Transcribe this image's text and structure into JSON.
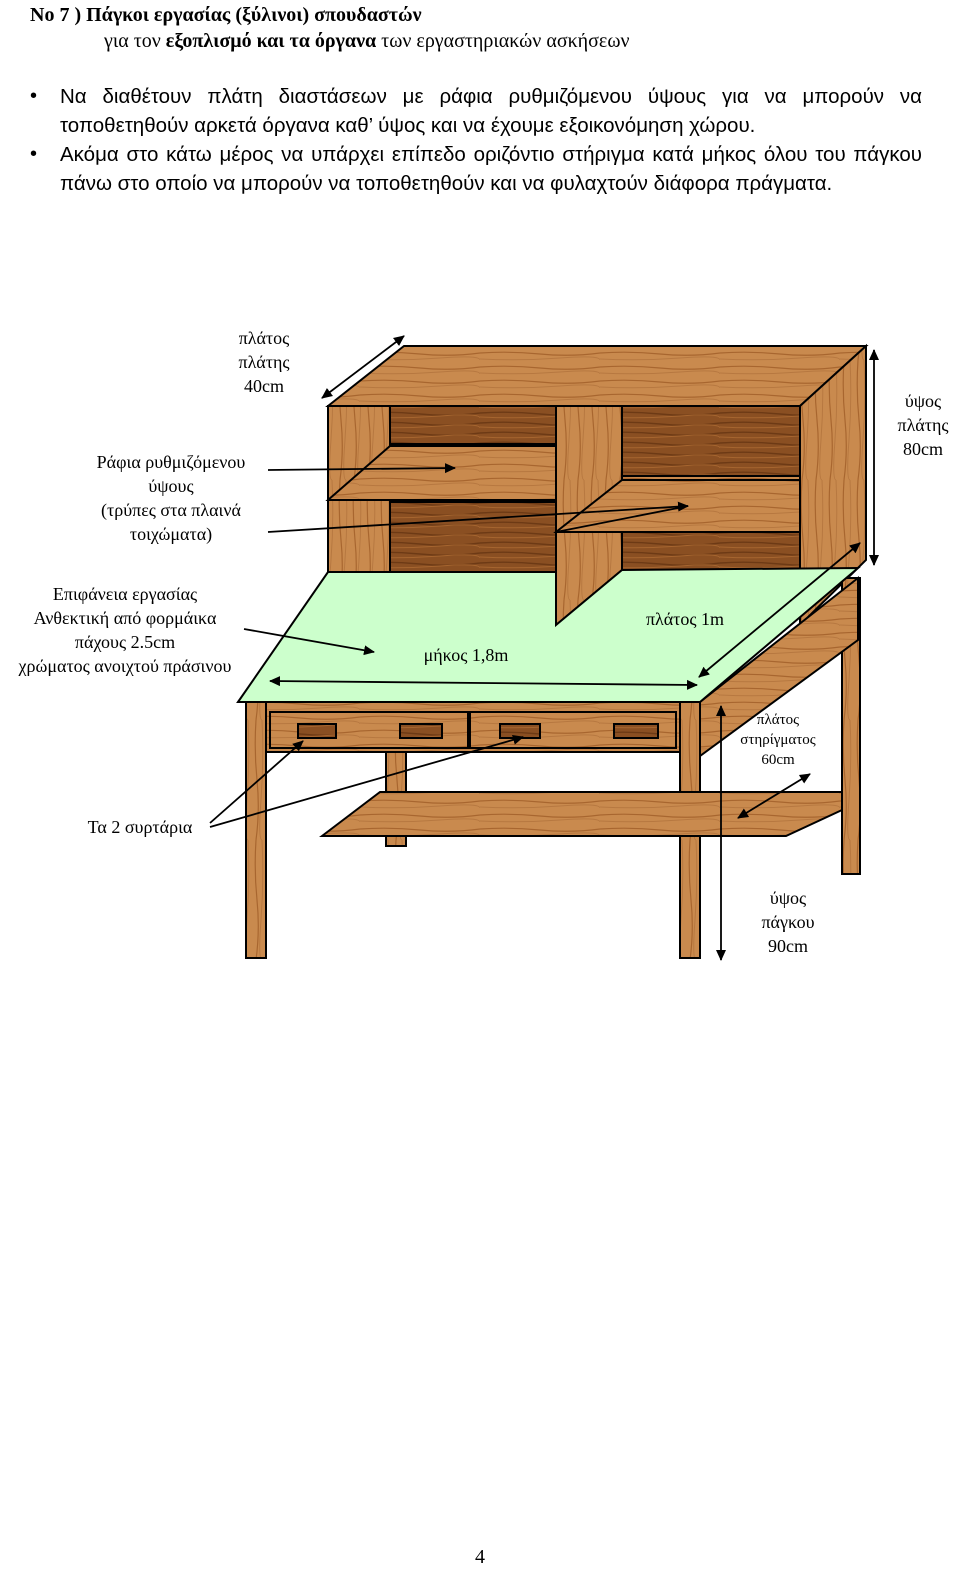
{
  "heading": {
    "line1": "Νο 7 ) Πάγκοι εργασίας (ξύλινοι) σπουδαστών",
    "line2_pre": "για τον ",
    "line2_bold": "εξοπλισμό και τα όργανα",
    "line2_post": " των εργαστηριακών ασκήσεων"
  },
  "bullets": [
    "Να διαθέτουν πλάτη διαστάσεων με ράφια ρυθμιζόμενου ύψους για να μπορούν να τοποθετηθούν αρκετά όργανα καθ’ ύψος και να έχουμε εξοικονόμηση χώρου.",
    "Ακόμα στο κάτω μέρος να υπάρχει επίπεδο οριζόντιο στήριγμα κατά μήκος όλου του πάγκου πάνω στο οποίο να μπορούν να τοποθετηθούν και να φυλαχτούν διάφορα πράγματα."
  ],
  "labels": {
    "back_width": [
      "πλάτος",
      "πλάτης",
      "40cm"
    ],
    "shelves": [
      "Ράφια ρυθμιζόμενου",
      "ύψους",
      "(τρύπες στα πλαινά",
      "τοιχώματα)"
    ],
    "back_height": [
      "ύψος",
      "πλάτης",
      "80cm"
    ],
    "surface": [
      "Επιφάνεια εργασίας",
      "Ανθεκτική από φορμάικα",
      "πάχους 2.5cm",
      "χρώματος ανοιχτού πράσινου"
    ],
    "length": "μήκος 1,8m",
    "width": "πλάτος 1m",
    "support_width": [
      "πλάτος",
      "στηρίγματος",
      "60cm"
    ],
    "drawers": "Τα 2 συρτάρια",
    "bench_height": [
      "ύψος",
      "πάγκου",
      "90cm"
    ]
  },
  "colors": {
    "wood": "#c98a4e",
    "wood_dark": "#9a5e2c",
    "wood_grain_dark": "#8a4f22",
    "surface": "#ccffcc",
    "outline": "#000000"
  },
  "page_number": "4"
}
